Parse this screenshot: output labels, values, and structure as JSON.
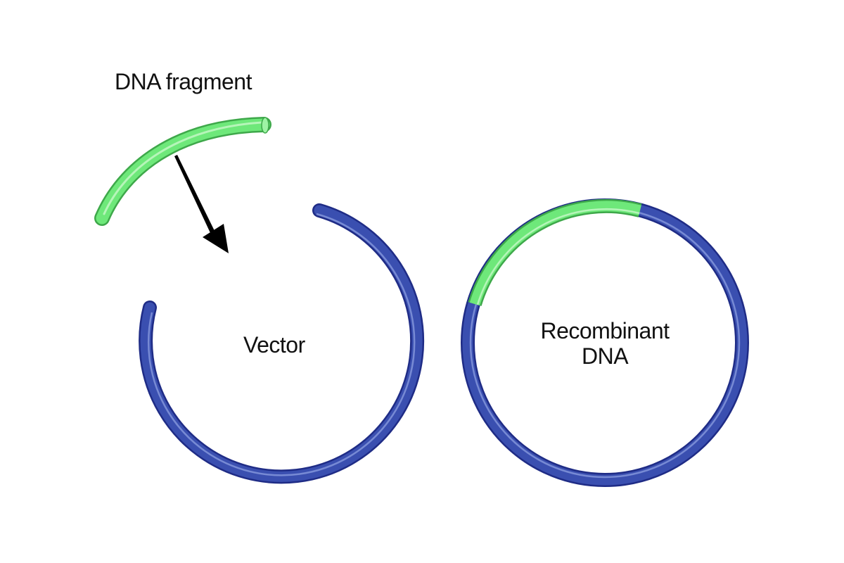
{
  "labels": {
    "fragment": "DNA fragment",
    "vector": "Vector",
    "recombinant_line1": "Recombinant",
    "recombinant_line2": "DNA"
  },
  "colors": {
    "vector_dark": "#1f2c86",
    "vector_main": "#3a4fb0",
    "vector_highlight": "#8c9ee0",
    "fragment_dark": "#3ea84a",
    "fragment_main": "#6ee87a",
    "fragment_highlight": "#c8f7c9",
    "arrow": "#000000",
    "text": "#111111"
  }
}
